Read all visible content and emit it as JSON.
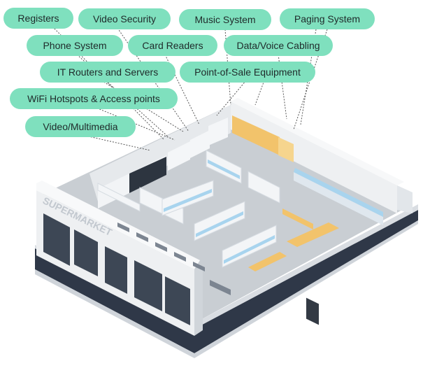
{
  "labels": {
    "registers": "Registers",
    "video_security": "Video Security",
    "music_system": "Music System",
    "paging_system": "Paging System",
    "phone_system": "Phone System",
    "card_readers": "Card Readers",
    "data_voice_cabling": "Data/Voice Cabling",
    "it_routers_servers": "IT Routers and Servers",
    "point_of_sale": "Point-of-Sale Equipment",
    "wifi_hotspots": "WiFi Hotspots & Access points",
    "video_multimedia": "Video/Multimedia"
  },
  "store_sign": "SUPERMARKET",
  "colors": {
    "label_pill": "#7fe0be",
    "leader_line": "#555555",
    "floor": "#c9ced3",
    "wall": "#e9ecef",
    "base_band": "#2f3848",
    "shelf": "#f3f5f7",
    "shelf_accent": "#a8d4ee",
    "produce": "#f2c36b"
  }
}
